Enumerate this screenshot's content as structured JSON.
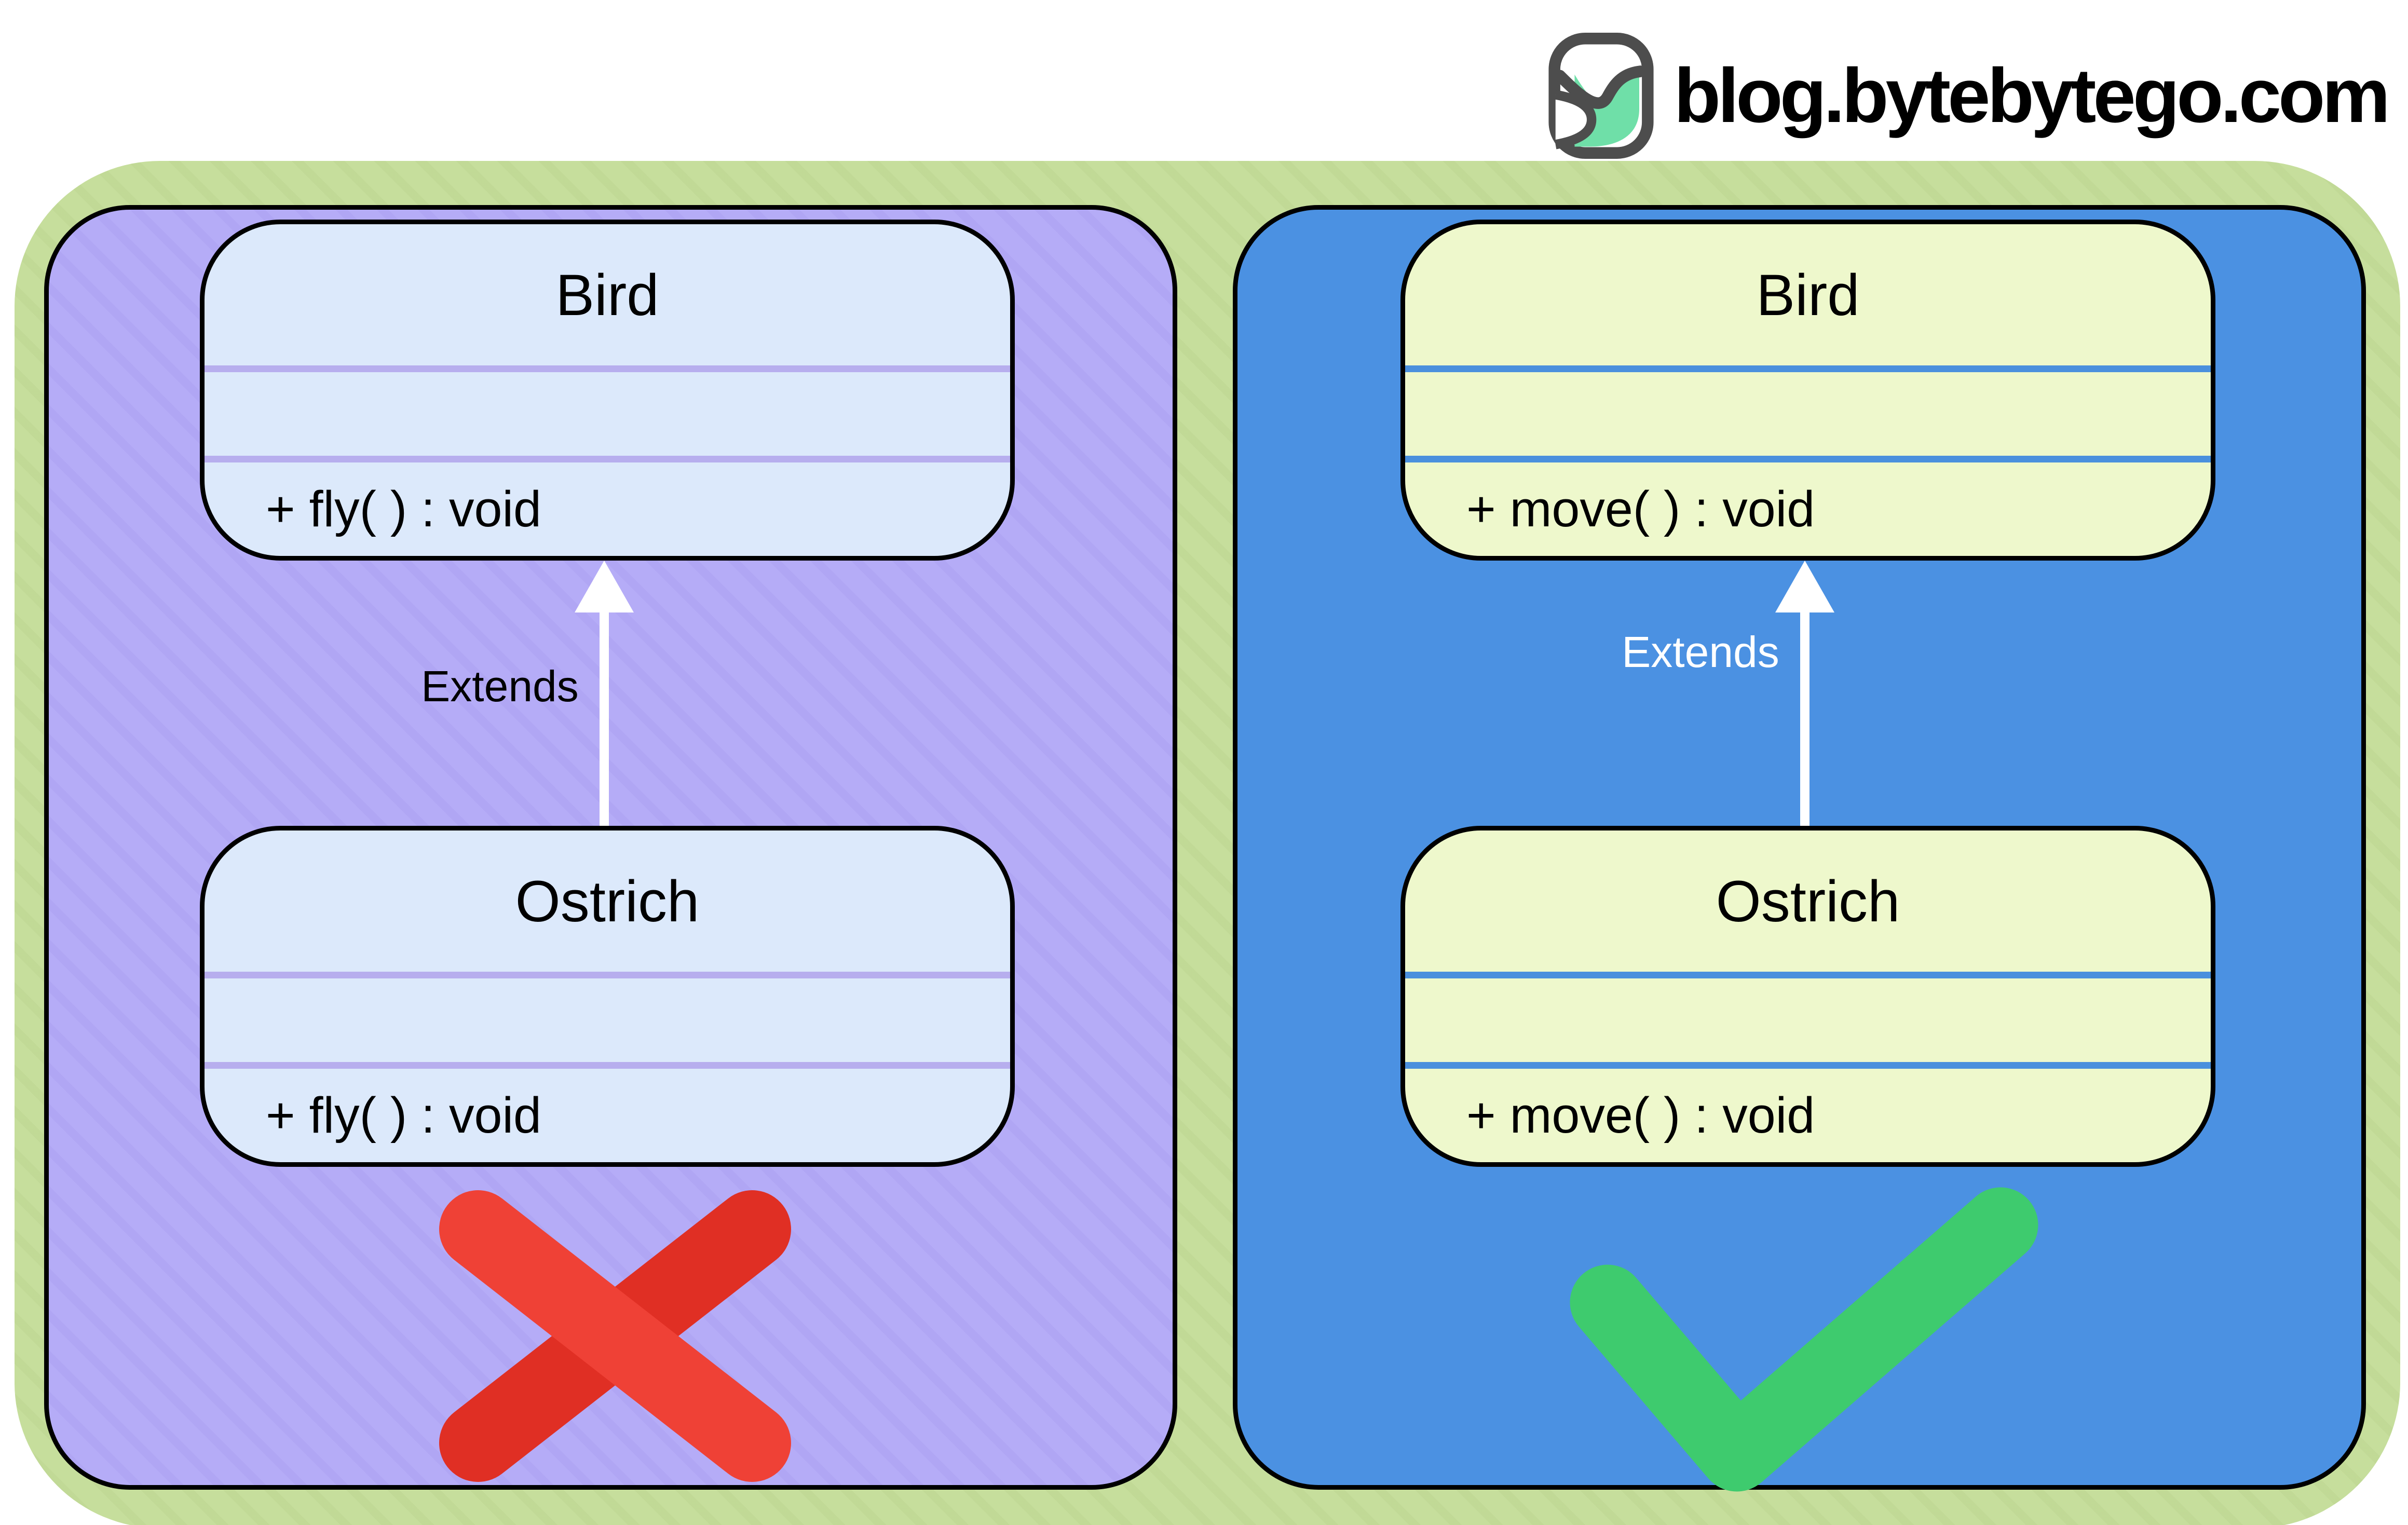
{
  "header": {
    "brand_text": "blog.bytebytego.com"
  },
  "colors": {
    "frame_green": "#c6de9c",
    "bad_panel_purple": "#b5acf7",
    "good_panel_blue": "#4b91e2",
    "bad_box_fill": "#dce9fb",
    "bad_box_divider": "#b7aeee",
    "good_box_fill": "#eef8cc",
    "good_box_divider": "#4a90dd",
    "cross_red": "#ef4136",
    "cross_red_dark": "#e02f24",
    "check_green": "#3ecb6e",
    "arrow_white": "#ffffff",
    "logo_green": "#6fdfa8",
    "logo_gray": "#4d4d4d"
  },
  "bad_panel": {
    "parent_class": {
      "name": "Bird",
      "method": "+ fly( ) : void"
    },
    "child_class": {
      "name": "Ostrich",
      "method": "+ fly( ) : void"
    },
    "relation_label": "Extends",
    "verdict": "cross"
  },
  "good_panel": {
    "parent_class": {
      "name": "Bird",
      "method": "+ move( ) : void"
    },
    "child_class": {
      "name": "Ostrich",
      "method": "+ move( ) : void"
    },
    "relation_label": "Extends",
    "verdict": "check"
  }
}
